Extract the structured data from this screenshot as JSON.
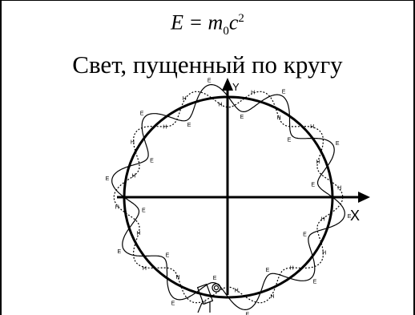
{
  "formula": {
    "lhs": "E",
    "eq": " = ",
    "m": "m",
    "m_sub": "0",
    "c": "c",
    "c_sup": "2"
  },
  "caption": "Свет, пущенный по кругу",
  "diagram": {
    "axis_x_label": "X",
    "axis_y_label": "Y",
    "electric_label": "E",
    "magnetic_label": "H",
    "colors": {
      "ink": "#000000",
      "background": "#ffffff"
    },
    "wave_cycles": 10
  }
}
